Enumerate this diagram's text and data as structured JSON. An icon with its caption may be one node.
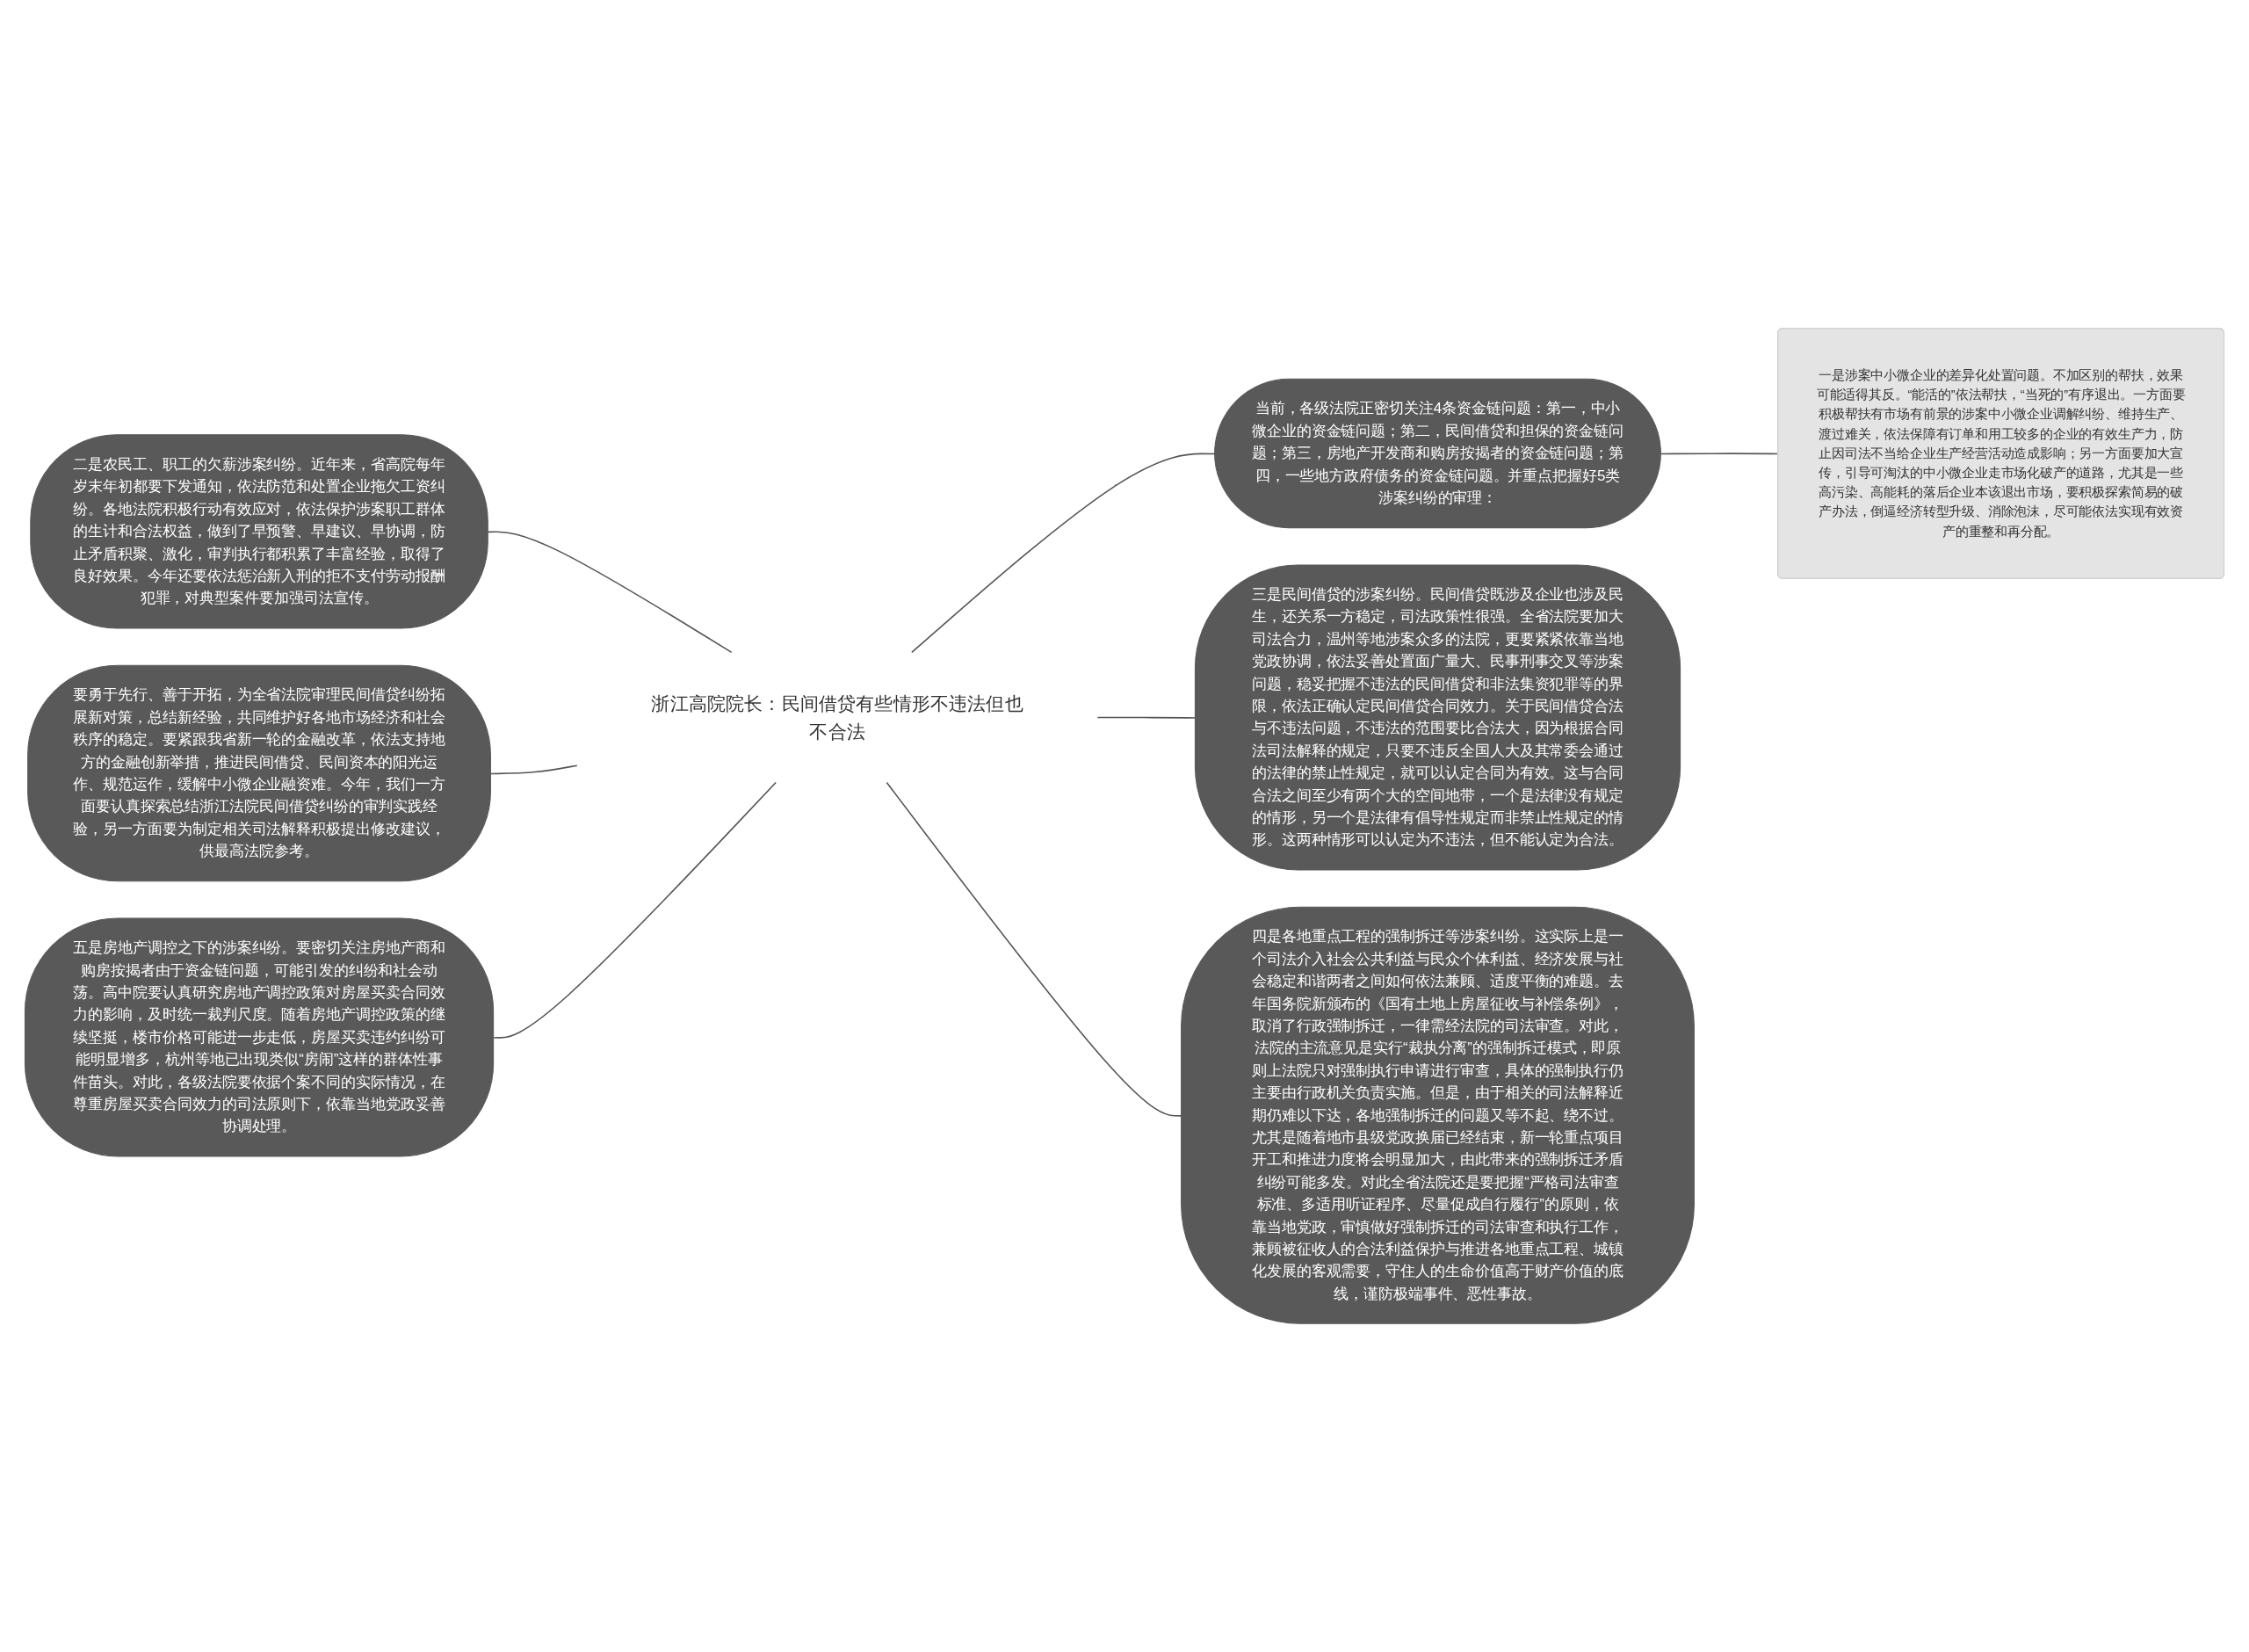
{
  "diagram": {
    "nodes": [
      {
        "text": [
          "浙江高院院长：民间借贷有些情形不违法但也不合法"
        ]
      },
      {
        "text": [
          "当前，各级法院正密切关注4条资金链问题：第一，中小微企业的资金链问题；第二，民间借贷和担保的资金链问题；第三，房地产开发商和购房按揭者的资金链问题；第四，一些地方政府债务的资金链问题。并重点把握好5类涉案纠纷的审理："
        ]
      },
      {
        "text": [
          "一是涉案中小微企业的差异化处置问题。不加区别的帮扶，效果可能适得其反。“能活的”依法帮扶，“当死的”有序退出。一方面要积极帮扶有市场有前景的涉案中小微企业调解纠纷、维持生产、渡过难关，依法保障有订单和用工较多的企业的有效生产力，防止因司法不当给企业生产经营活动造成影响；另一方面要加大宣传，引导可淘汰的中小微企业走市场化破产的道路，尤其是一些高污染、高能耗的落后企业本该退出市场，要积极探索简易的破产办法，倒逼经济转型升级、消除泡沫，尽可能依法实现有效资产的重整和再分配。"
        ]
      },
      {
        "text": [
          "三是民间借贷的涉案纠纷。民间借贷既涉及企业也涉及民生，还关系一方稳定，司法政策性很强。全省法院要加大司法合力，温州等地涉案众多的法院，更要紧紧依靠当地党政协调，依法妥善处置面广量大、民事刑事交叉等涉案问题，稳妥把握不违法的民间借贷和非法集资犯罪等的界限，依法正确认定民间借贷合同效力。关于民间借贷合法与不违法问题，不违法的范围要比合法大，因为根据合同法司法解释的规定，只要不违反全国人大及其常委会通过的法律的禁止性规定，就可以认定合同为有效。这与合同合法之间至少有两个大的空间地带，一个是法律没有规定的情形，另一个是法律有倡导性规定而非禁止性规定的情形。这两种情形可以认定为不违法，但不能认定为合法。"
        ]
      },
      {
        "text": [
          "四是各地重点工程的强制拆迁等涉案纠纷。这实际上是一个司法介入社会公共利益与民众个体利益、经济发展与社会稳定和谐两者之间如何依法兼顾、适度平衡的难题。去年国务院新颁布的《国有土地上房屋征收与补偿条例》，取消了行政强制拆迁，一律需经法院的司法审查。对此，法院的主流意见是实行“裁执分离”的强制拆迁模式，即原则上法院只对强制执行申请进行审查，具体的强制执行仍主要由行政机关负责实施。但是，由于相关的司法解释近期仍难以下达，各地强制拆迁的问题又等不起、绕不过。尤其是随着地市县级党政换届已经结束，新一轮重点项目开工和推进力度将会明显加大，由此带来的强制拆迁矛盾纠纷可能多发。对此全省法院还是要把握“严格司法审查标准、多适用听证程序、尽量促成自行履行”的原则，依靠当地党政，审慎做好强制拆迁的司法审查和执行工作，兼顾被征收人的合法利益保护与推进各地重点工程、城镇化发展的客观需要，守住人的生命价值高于财产价值的底线，谨防极端事件、恶性事故。"
        ]
      },
      {
        "text": [
          "二是农民工、职工的欠薪涉案纠纷。近年来，省高院每年岁末年初都要下发通知，依法防范和处置企业拖欠工资纠纷。各地法院积极行动有效应对，依法保护涉案职工群体的生计和合法权益，做到了早预警、早建议、早协调，防止矛盾积聚、激化，审判执行都积累了丰富经验，取得了良好效果。今年还要依法惩治新入刑的拒不支付劳动报酬犯罪，对典型案件要加强司法宣传。"
        ]
      },
      {
        "text": [
          "要勇于先行、善于开拓，为全省法院审理民间借贷纠纷拓展新对策，总结新经验，共同维护好各地市场经济和社会秩序的稳定。要紧跟我省新一轮的金融改革，依法支持地方的金融创新举措，推进民间借贷、民间资本的阳光运作、规范运作，缓解中小微企业融资难。今年，我们一方面要认真探索总结浙江法院民间借贷纠纷的审判实践经验，另一方面要为制定相关司法解释积极提出修改建议，供最高法院参考。"
        ]
      },
      {
        "text": [
          "五是房地产调控之下的涉案纠纷。要密切关注房地产商和购房按揭者由于资金链问题，可能引发的纠纷和社会动荡。高中院要认真研究房地产调控政策对房屋买卖合同效力的影响，及时统一裁判尺度。随着房地产调控政策的继续坚挺，楼市价格可能进一步走低，房屋买卖违约纠纷可能明显增多，杭州等地已出现类似“房闹”这样的群体性事件苗头。对此，各级法院要依据个案不同的实际情况，在尊重房屋买卖合同效力的司法原则下，依靠当地党政妥善协调处理。"
        ]
      }
    ],
    "edges": [
      {
        "from": 0,
        "to": 1,
        "arrow": "none"
      },
      {
        "from": 1,
        "to": 2,
        "arrow": "none"
      },
      {
        "from": 0,
        "to": 3,
        "arrow": "none"
      },
      {
        "from": 0,
        "to": 4,
        "arrow": "none"
      },
      {
        "from": 5,
        "to": 0,
        "arrow": "none"
      },
      {
        "from": 6,
        "to": 0,
        "arrow": "none"
      },
      {
        "from": 7,
        "to": 0,
        "arrow": "none"
      }
    ]
  }
}
